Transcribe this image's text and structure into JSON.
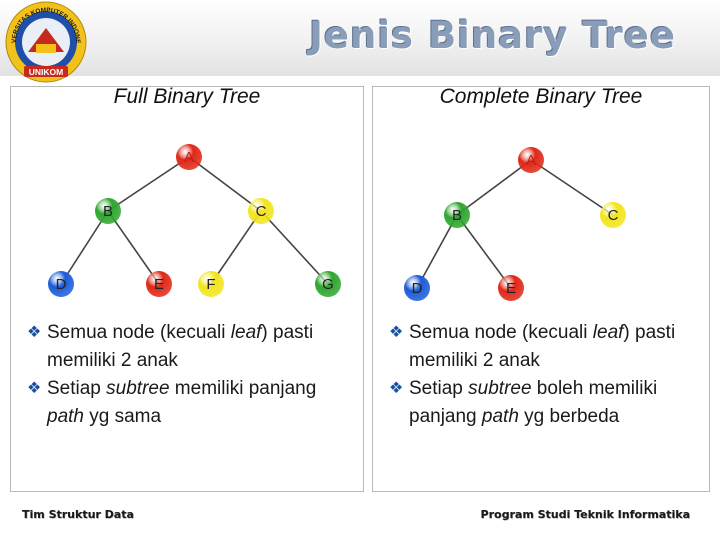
{
  "slide": {
    "title": "Jenis Binary Tree"
  },
  "logo": {
    "top_text": "UNIVERSITAS KOMPUTER INDONESIA",
    "bottom_text": "UNIKOM"
  },
  "panels": {
    "left": {
      "title": "Full Binary Tree",
      "nodes": [
        {
          "id": "A",
          "label": "A",
          "color": "#e02818",
          "label_color": "red"
        },
        {
          "id": "B",
          "label": "B",
          "color": "#2ea62e",
          "label_color": "dark"
        },
        {
          "id": "C",
          "label": "C",
          "color": "#f2e51c",
          "label_color": "dark"
        },
        {
          "id": "D",
          "label": "D",
          "color": "#1c5cd8",
          "label_color": "dark"
        },
        {
          "id": "E",
          "label": "E",
          "color": "#e02818",
          "label_color": "dark"
        },
        {
          "id": "F",
          "label": "F",
          "color": "#f2e51c",
          "label_color": "dark"
        },
        {
          "id": "G",
          "label": "G",
          "color": "#2ea62e",
          "label_color": "dark"
        }
      ],
      "edges": [
        [
          "A",
          "B"
        ],
        [
          "A",
          "C"
        ],
        [
          "B",
          "D"
        ],
        [
          "B",
          "E"
        ],
        [
          "C",
          "F"
        ],
        [
          "C",
          "G"
        ]
      ],
      "bullet1": {
        "pre": "Semua node (kecuali ",
        "em": "leaf",
        "post": ") pasti memiliki 2 anak"
      },
      "bullet2": {
        "pre": "Setiap ",
        "em": "subtree",
        "mid": " memiliki panjang ",
        "em2": "path",
        "post": " yg sama"
      }
    },
    "right": {
      "title": "Complete Binary Tree",
      "nodes": [
        {
          "id": "A",
          "label": "A",
          "color": "#e02818",
          "label_color": "red"
        },
        {
          "id": "B",
          "label": "B",
          "color": "#2ea62e",
          "label_color": "dark"
        },
        {
          "id": "C",
          "label": "C",
          "color": "#f2e51c",
          "label_color": "dark"
        },
        {
          "id": "D",
          "label": "D",
          "color": "#1c5cd8",
          "label_color": "dark"
        },
        {
          "id": "E",
          "label": "E",
          "color": "#e02818",
          "label_color": "dark"
        }
      ],
      "edges": [
        [
          "A",
          "B"
        ],
        [
          "A",
          "C"
        ],
        [
          "B",
          "D"
        ],
        [
          "B",
          "E"
        ]
      ],
      "bullet1": {
        "pre": "Semua node (kecuali ",
        "em": "leaf",
        "post": ") pasti memiliki 2 anak"
      },
      "bullet2": {
        "pre": "Setiap ",
        "em": "subtree",
        "mid": "  boleh memiliki panjang ",
        "em2": "path",
        "post": " yg berbeda"
      }
    }
  },
  "footer": {
    "left": "Tim Struktur Data",
    "right": "Program Studi Teknik Informatika"
  }
}
